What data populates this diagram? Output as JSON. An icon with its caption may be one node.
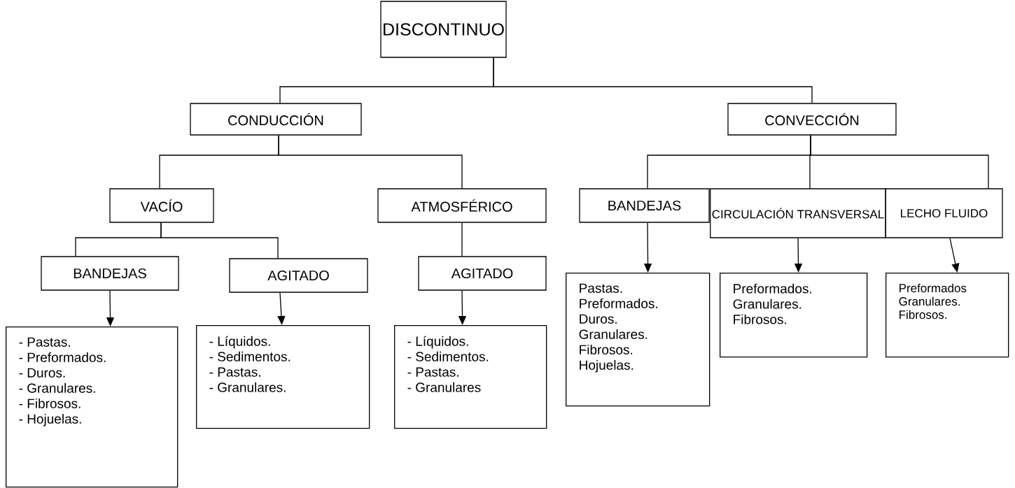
{
  "diagram": {
    "nodes": [
      {
        "text": [
          "DISCONTINUO"
        ]
      },
      {
        "text": [
          "CONDUCCIÓN"
        ]
      },
      {
        "text": [
          "CONVECCIÓN"
        ]
      },
      {
        "text": [
          "VACÍO"
        ]
      },
      {
        "text": [
          "ATMOSFÉRICO"
        ]
      },
      {
        "text": [
          "BANDEJAS"
        ]
      },
      {
        "text": [
          "CIRCULACIÓN TRANSVERSAL"
        ]
      },
      {
        "text": [
          "LECHO FLUIDO"
        ]
      },
      {
        "text": [
          "BANDEJAS"
        ]
      },
      {
        "text": [
          "AGITADO"
        ]
      },
      {
        "text": [
          "AGITADO"
        ]
      },
      {
        "text": [
          "- Pastas.",
          "- Preformados.",
          "- Duros.",
          "- Granulares.",
          "- Fibrosos.",
          "- Hojuelas."
        ]
      },
      {
        "text": [
          "- Líquidos.",
          "- Sedimentos.",
          "- Pastas.",
          "- Granulares."
        ]
      },
      {
        "text": [
          "- Líquidos.",
          "- Sedimentos.",
          "- Pastas.",
          "- Granulares"
        ]
      },
      {
        "text": [
          "Pastas.",
          "Preformados.",
          "Duros.",
          "Granulares.",
          "Fibrosos.",
          "Hojuelas."
        ]
      },
      {
        "text": [
          "Preformados.",
          "Granulares.",
          "Fibrosos."
        ]
      },
      {
        "text": [
          "Preformados",
          "Granulares.",
          "Fibrosos."
        ]
      }
    ],
    "edges": [
      {
        "from": 0,
        "to": 1,
        "arrow": "none"
      },
      {
        "from": 0,
        "to": 2,
        "arrow": "none"
      },
      {
        "from": 1,
        "to": 3,
        "arrow": "none"
      },
      {
        "from": 1,
        "to": 4,
        "arrow": "none"
      },
      {
        "from": 2,
        "to": 5,
        "arrow": "none"
      },
      {
        "from": 2,
        "to": 6,
        "arrow": "none"
      },
      {
        "from": 2,
        "to": 7,
        "arrow": "none"
      },
      {
        "from": 3,
        "to": 8,
        "arrow": "none"
      },
      {
        "from": 3,
        "to": 9,
        "arrow": "none"
      },
      {
        "from": 4,
        "to": 10,
        "arrow": "none"
      },
      {
        "from": 8,
        "to": 11,
        "arrow": "to"
      },
      {
        "from": 9,
        "to": 12,
        "arrow": "to"
      },
      {
        "from": 10,
        "to": 13,
        "arrow": "to"
      },
      {
        "from": 5,
        "to": 14,
        "arrow": "to"
      },
      {
        "from": 6,
        "to": 15,
        "arrow": "to"
      },
      {
        "from": 7,
        "to": 16,
        "arrow": "to"
      }
    ]
  }
}
